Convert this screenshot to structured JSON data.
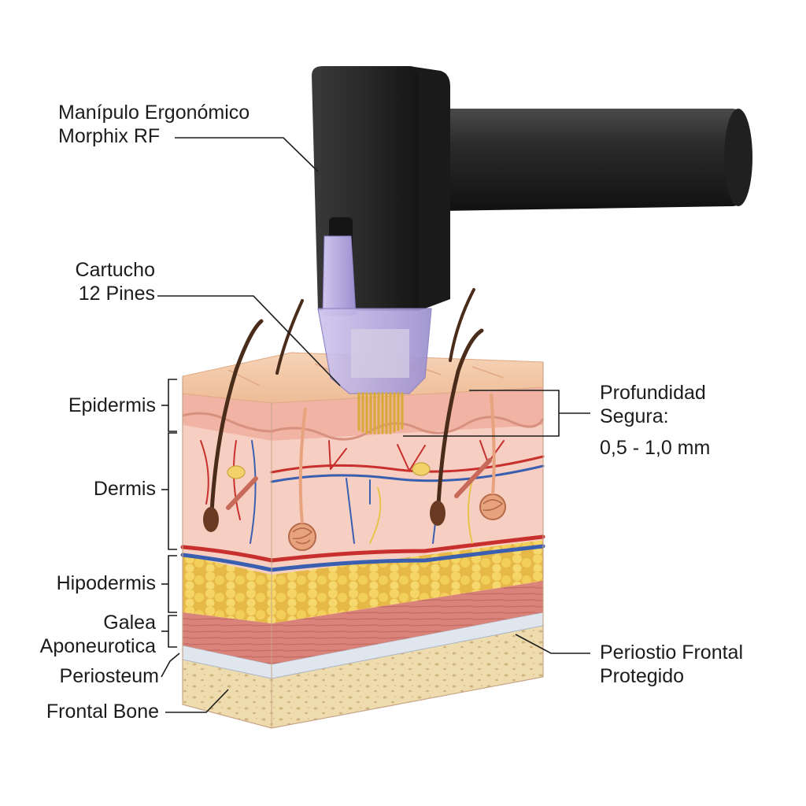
{
  "labels": {
    "handpiece": {
      "line1": "Manípulo Ergonómico",
      "line2": "Morphix RF"
    },
    "cartridge": {
      "line1": "Cartucho",
      "line2": "12 Pines"
    },
    "depth": {
      "line1": "Profundidad",
      "line2": "Segura:",
      "line3": "0,5 - 1,0 mm"
    },
    "epidermis": "Epidermis",
    "dermis": "Dermis",
    "hypodermis": "Hipodermis",
    "galea": {
      "line1": "Galea",
      "line2": "Aponeurotica"
    },
    "periosteum": "Periosteum",
    "frontal_bone": "Frontal Bone",
    "periosteum_protected": {
      "line1": "Periostio Frontal",
      "line2": "Protegido"
    }
  },
  "colors": {
    "device_body": "#2a2a2a",
    "cartridge": "#b9aee0",
    "needles": "#d8a93c",
    "epidermis": "#f3c7a6",
    "dermis": "#f6cfc2",
    "fat": "#f2cf5a",
    "muscle": "#d9837a",
    "periosteum": "#dfe6ee",
    "bone": "#efdcae",
    "artery": "#c8302e",
    "vein": "#3a5fb0",
    "hair": "#4a2c1a"
  }
}
